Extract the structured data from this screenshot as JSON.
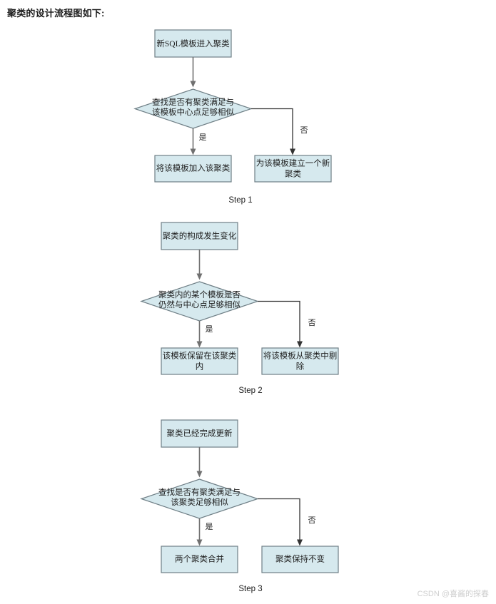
{
  "page": {
    "title": "聚类的设计流程图如下:",
    "watermark": "CSDN @喜酱的探春",
    "background_color": "#ffffff",
    "node_fill_color": "#d6e9ee",
    "node_stroke_color": "#6f7f86",
    "connector_color": "#707070"
  },
  "chart_data": {
    "type": "diagram",
    "title": "聚类的设计流程图如下:",
    "diagram_kind": "flowchart",
    "steps": [
      {
        "caption": "Step 1",
        "nodes": [
          {
            "id": "s1-start",
            "shape": "rect",
            "text": "新SQL模板进入聚类"
          },
          {
            "id": "s1-decision",
            "shape": "diamond",
            "text_lines": [
              "查找是否有聚类满足与",
              "该模板中心点足够相似"
            ]
          },
          {
            "id": "s1-yes",
            "shape": "rect",
            "text_lines": [
              "将该模板加入该聚类"
            ]
          },
          {
            "id": "s1-no",
            "shape": "rect",
            "text_lines": [
              "为该模板建立一个新",
              "聚类"
            ]
          }
        ],
        "edges": [
          {
            "from": "s1-start",
            "to": "s1-decision",
            "label": ""
          },
          {
            "from": "s1-decision",
            "to": "s1-yes",
            "label": "是"
          },
          {
            "from": "s1-decision",
            "to": "s1-no",
            "label": "否"
          }
        ]
      },
      {
        "caption": "Step 2",
        "nodes": [
          {
            "id": "s2-start",
            "shape": "rect",
            "text": "聚类的构成发生变化"
          },
          {
            "id": "s2-decision",
            "shape": "diamond",
            "text_lines": [
              "聚类内的某个模板是否",
              "仍然与中心点足够相似"
            ]
          },
          {
            "id": "s2-yes",
            "shape": "rect",
            "text_lines": [
              "该模板保留在该聚类",
              "内"
            ]
          },
          {
            "id": "s2-no",
            "shape": "rect",
            "text_lines": [
              "将该模板从聚类中剔",
              "除"
            ]
          }
        ],
        "edges": [
          {
            "from": "s2-start",
            "to": "s2-decision",
            "label": ""
          },
          {
            "from": "s2-decision",
            "to": "s2-yes",
            "label": "是"
          },
          {
            "from": "s2-decision",
            "to": "s2-no",
            "label": "否"
          }
        ]
      },
      {
        "caption": "Step 3",
        "nodes": [
          {
            "id": "s3-start",
            "shape": "rect",
            "text": "聚类已经完成更新"
          },
          {
            "id": "s3-decision",
            "shape": "diamond",
            "text_lines": [
              "查找是否有聚类满足与",
              "该聚类足够相似"
            ]
          },
          {
            "id": "s3-yes",
            "shape": "rect",
            "text_lines": [
              "两个聚类合并"
            ]
          },
          {
            "id": "s3-no",
            "shape": "rect",
            "text_lines": [
              "聚类保持不变"
            ]
          }
        ],
        "edges": [
          {
            "from": "s3-start",
            "to": "s3-decision",
            "label": ""
          },
          {
            "from": "s3-decision",
            "to": "s3-yes",
            "label": "是"
          },
          {
            "from": "s3-decision",
            "to": "s3-no",
            "label": "否"
          }
        ]
      }
    ]
  },
  "step1": {
    "start_text_prefix": "新",
    "start_text_bold": "SQL",
    "start_text_suffix": "模板进入聚类",
    "decision_line1": "查找是否有聚类满足与",
    "decision_line2": "该模板中心点足够相似",
    "yes_label": "是",
    "no_label": "否",
    "yes_box_line1": "将该模板加入该聚类",
    "no_box_line1": "为该模板建立一个新",
    "no_box_line2": "聚类",
    "caption": "Step 1"
  },
  "step2": {
    "start_text": "聚类的构成发生变化",
    "decision_line1": "聚类内的某个模板是否",
    "decision_line2": "仍然与中心点足够相似",
    "yes_label": "是",
    "no_label": "否",
    "yes_box_line1": "该模板保留在该聚类",
    "yes_box_line2": "内",
    "no_box_line1": "将该模板从聚类中剔",
    "no_box_line2": "除",
    "caption": "Step 2"
  },
  "step3": {
    "start_text": "聚类已经完成更新",
    "decision_line1": "查找是否有聚类满足与",
    "decision_line2": "该聚类足够相似",
    "yes_label": "是",
    "no_label": "否",
    "yes_box_line1": "两个聚类合并",
    "no_box_line1": "聚类保持不变",
    "caption": "Step 3"
  }
}
